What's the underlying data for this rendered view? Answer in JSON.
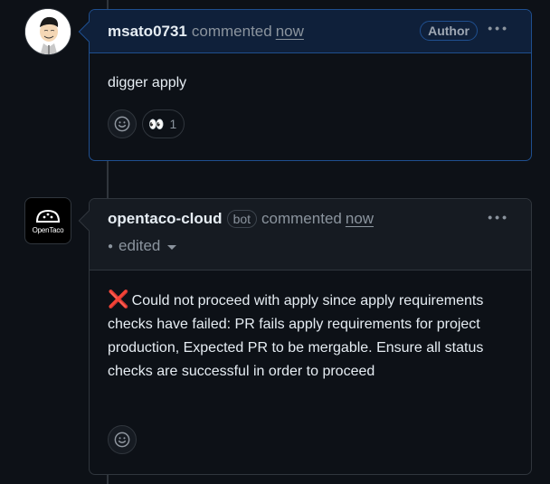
{
  "timeline": {
    "comments": [
      {
        "author": "msato0731",
        "action": "commented",
        "time": "now",
        "badge": "Author",
        "more_label": "•••",
        "body": "digger apply",
        "reactions": [
          {
            "emoji": "👀",
            "name": "eyes",
            "count": "1"
          }
        ]
      },
      {
        "author": "opentaco-cloud",
        "bot_badge": "bot",
        "action": "commented",
        "time": "now",
        "edited_label": "edited",
        "more_label": "•••",
        "avatar_label": "OpenTaco",
        "status_icon": "❌",
        "body": "Could not proceed with apply since apply requirements checks have failed: PR fails apply requirements for project production, Expected PR to be mergable. Ensure all status checks are successful in order to proceed"
      }
    ]
  },
  "colors": {
    "background": "#0d1117",
    "author_header": "#0f203a",
    "author_border": "#1f4f8f",
    "bot_header": "#161b22",
    "border": "#30363d",
    "error": "#e5192f"
  }
}
